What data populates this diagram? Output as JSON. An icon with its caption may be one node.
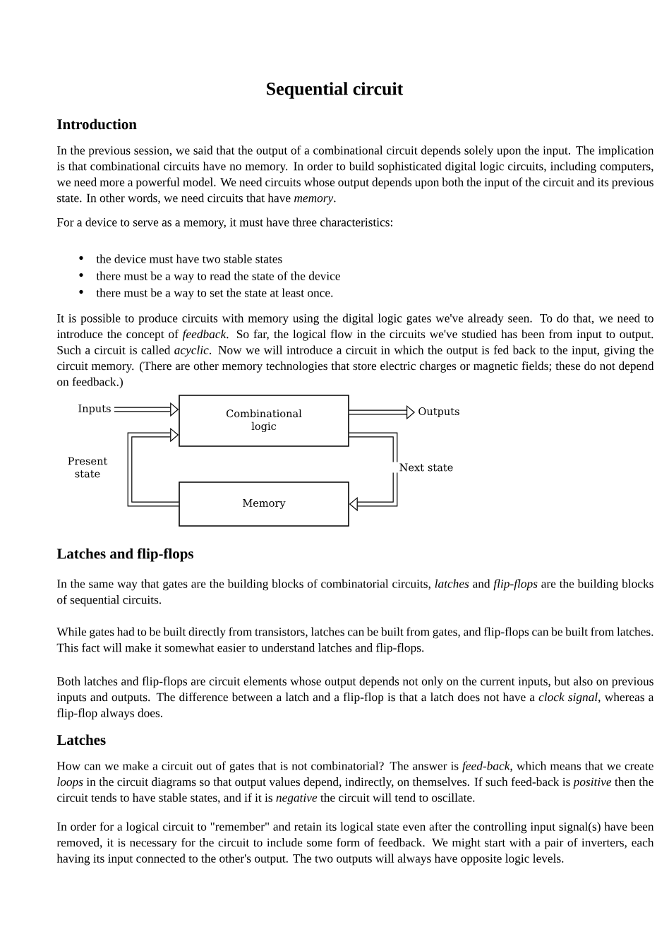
{
  "diagram": {
    "title": "Sequential circuit",
    "nodes": [
      {
        "text": [
          "Inputs"
        ]
      },
      {
        "text": [
          "Combinational logic"
        ]
      },
      {
        "text": [
          "Outputs"
        ]
      },
      {
        "text": [
          "Memory"
        ]
      }
    ],
    "edges": [
      {
        "from": 0,
        "to": 1,
        "arrow": "to"
      },
      {
        "from": 1,
        "to": 2,
        "arrow": "to"
      },
      {
        "from": 1,
        "to": 3,
        "arrow": "to",
        "label": "Next state"
      },
      {
        "from": 3,
        "to": 1,
        "arrow": "to",
        "label": "Present state"
      }
    ],
    "labels": [
      "Introduction",
      "In the previous session, we said that the output of a combinational circuit depends solely upon the input. The implication is that combinational circuits have no memory. In order to build sophisticated digital logic circuits, including computers, we need more a powerful model. We need circuits whose output depends upon both the input of the circuit and its previous state. In other words, we need circuits that have *memory*.",
      "For a device to serve as a memory, it must have three characteristics:",
      "the device must have two stable states",
      "there must be a way to read the state of the device",
      "there must be a way to set the state at least once.",
      "It is possible to produce circuits with memory using the digital logic gates we've already seen. To do that, we need to introduce the concept of *feedback*. So far, the logical flow in the circuits we've studied has been from input to output. Such a circuit is called *acyclic*. Now we will introduce a circuit in which the output is fed back to the input, giving the circuit memory. (There are other memory technologies that store electric charges or magnetic fields; these do not depend on feedback.)",
      "Latches and flip-flops",
      "In the same way that gates are the building blocks of combinatorial circuits, *latches* and *flip-flops* are the building blocks of sequential circuits.",
      "While gates had to be built directly from transistors, latches can be built from gates, and flip-flops can be built from latches. This fact will make it somewhat easier to understand latches and flip-flops.",
      "Both latches and flip-flops are circuit elements whose output depends not only on the current inputs, but also on previous inputs and outputs. The difference between a latch and a flip-flop is that a latch does not have a *clock signal*, whereas a flip-flop always does.",
      "Latches",
      "How can we make a circuit out of gates that is not combinatorial? The answer is *feed-back*, which means that we create *loops* in the circuit diagrams so that output values depend, indirectly, on themselves. If such feed-back is *positive* then the circuit tends to have stable states, and if it is *negative* the circuit will tend to oscillate.",
      "In order for a logical circuit to \"remember\" and retain its logical state even after the controlling input signal(s) have been removed, it is necessary for the circuit to include some form of feedback. We might start with a pair of inverters, each having its input connected to the other's output. The two outputs will always have opposite logic levels."
    ]
  }
}
